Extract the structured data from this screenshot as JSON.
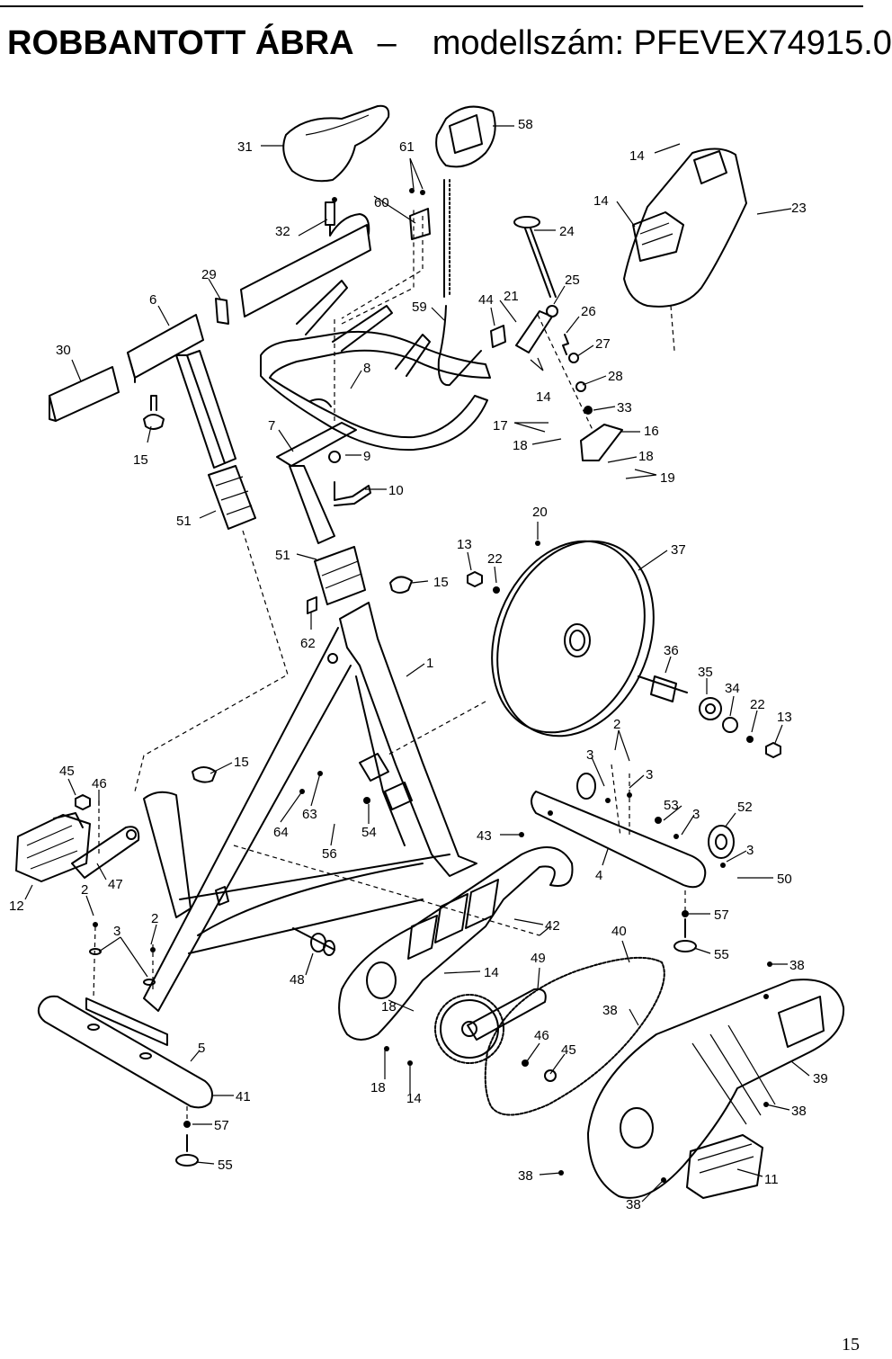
{
  "header": {
    "title": "ROBBANTOTT ÁBRA",
    "dash": "–",
    "model": "modellszám: PFEVEX74915.0"
  },
  "page_number": "15",
  "callouts": {
    "c1": "1",
    "c2a": "2",
    "c2b": "2",
    "c2c": "2",
    "c3a": "3",
    "c3b": "3",
    "c3c": "3",
    "c3d": "3",
    "c3e": "3",
    "c4": "4",
    "c5": "5",
    "c6": "6",
    "c7": "7",
    "c8": "8",
    "c9": "9",
    "c10": "10",
    "c11": "11",
    "c12": "12",
    "c13a": "13",
    "c13b": "13",
    "c14a": "14",
    "c14b": "14",
    "c14c": "14",
    "c14d": "14",
    "c14e": "14",
    "c15a": "15",
    "c15b": "15",
    "c15c": "15",
    "c16": "16",
    "c17": "17",
    "c18a": "18",
    "c18b": "18",
    "c18c": "18",
    "c18d": "18",
    "c19": "19",
    "c20": "20",
    "c21": "21",
    "c22a": "22",
    "c22b": "22",
    "c23": "23",
    "c24": "24",
    "c25": "25",
    "c26": "26",
    "c27": "27",
    "c28": "28",
    "c29": "29",
    "c30": "30",
    "c31": "31",
    "c32": "32",
    "c33": "33",
    "c34": "34",
    "c35": "35",
    "c36": "36",
    "c37": "37",
    "c38a": "38",
    "c38b": "38",
    "c38c": "38",
    "c38d": "38",
    "c38e": "38",
    "c39": "39",
    "c40": "40",
    "c41": "41",
    "c42": "42",
    "c43": "43",
    "c44": "44",
    "c45a": "45",
    "c45b": "45",
    "c46a": "46",
    "c46b": "46",
    "c47": "47",
    "c48": "48",
    "c49": "49",
    "c50": "50",
    "c51a": "51",
    "c51b": "51",
    "c52": "52",
    "c53": "53",
    "c54": "54",
    "c55a": "55",
    "c55b": "55",
    "c56": "56",
    "c57a": "57",
    "c57b": "57",
    "c58": "58",
    "c59": "59",
    "c60": "60",
    "c61": "61",
    "c62": "62",
    "c63": "63",
    "c64": "64"
  }
}
